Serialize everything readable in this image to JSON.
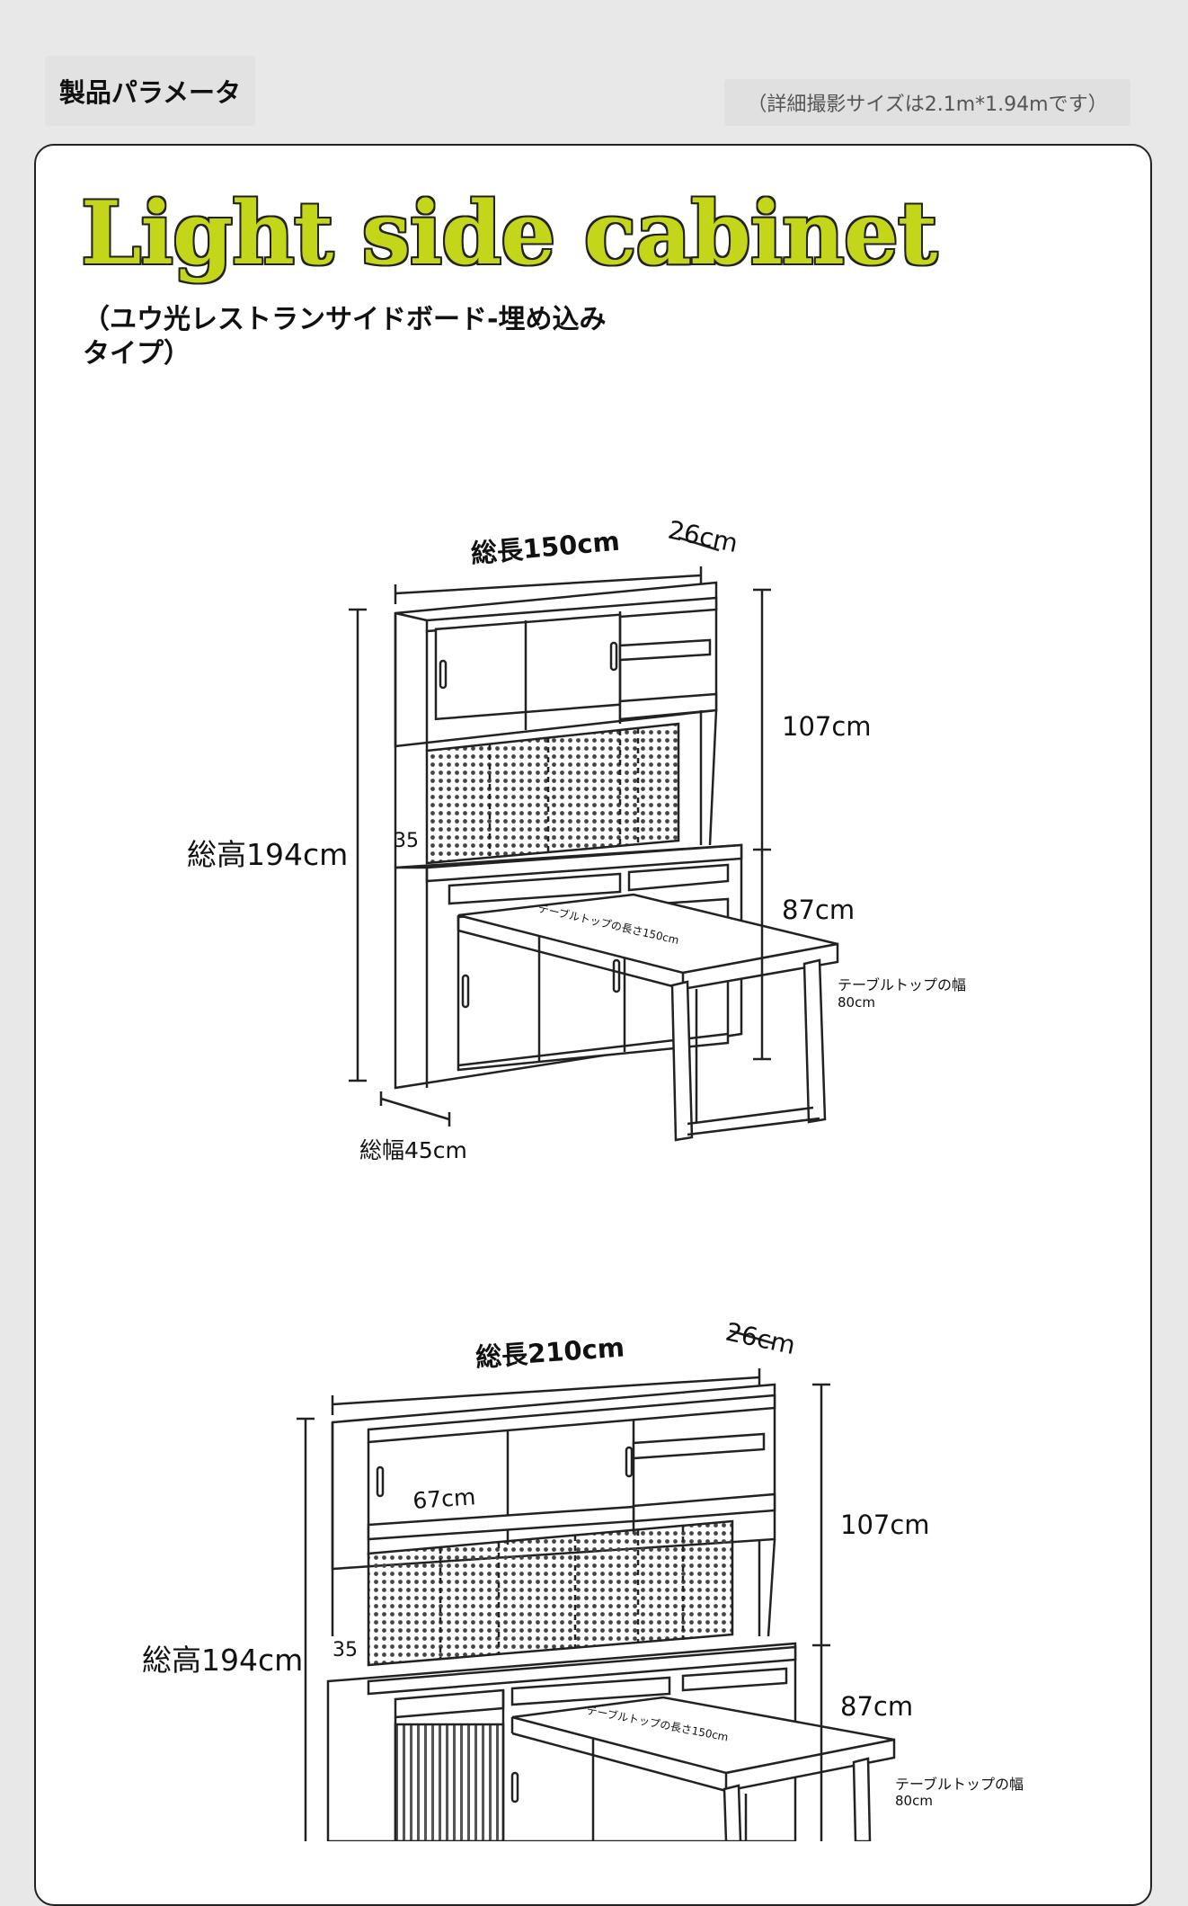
{
  "header": {
    "section_tag": "製品パラメータ",
    "note": "（詳細撮影サイズは2.1m*1.94mです）"
  },
  "card": {
    "title": "Light side cabinet",
    "subtitle": "（ユウ光レストランサイドボード-埋め込みタイプ）"
  },
  "diagram1": {
    "total_length": "総長150cm",
    "depth": "26cm",
    "upper_height": "107cm",
    "lower_height": "87cm",
    "total_height": "総高194cm",
    "side_35": "35",
    "tabletop_length": "テーブルトップの長さ150cm",
    "tabletop_width_label": "テーブルトップの幅",
    "tabletop_width_value": "80cm",
    "total_width": "総幅45cm"
  },
  "diagram2": {
    "total_length": "総長210cm",
    "depth": "26cm",
    "upper_height": "107cm",
    "lower_height": "87cm",
    "total_height": "総高194cm",
    "side_35": "35",
    "inner_width": "67cm",
    "tabletop_length": "テーブルトップの長さ150cm",
    "tabletop_width_label": "テーブルトップの幅",
    "tabletop_width_value": "80cm"
  }
}
